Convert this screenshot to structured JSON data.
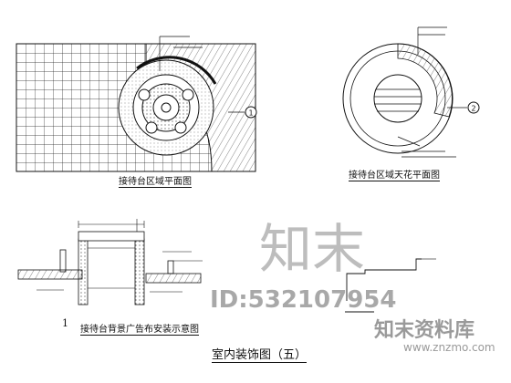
{
  "drawings": {
    "reception_floor_plan": {
      "title": "接待台区域平面图",
      "section_marker": "1"
    },
    "reception_ceiling_plan": {
      "title": "接待台区域天花平面图",
      "section_marker": "2"
    },
    "backdrop_section": {
      "number": "1",
      "title": "接待台背景广告布安装示意图"
    }
  },
  "sheet_title": "室内装饰图（五）",
  "watermark": {
    "logo_text": "知末",
    "id_text": "ID:532107954",
    "brand_cn": "知末资料库",
    "url": "www.znzmo.com"
  }
}
